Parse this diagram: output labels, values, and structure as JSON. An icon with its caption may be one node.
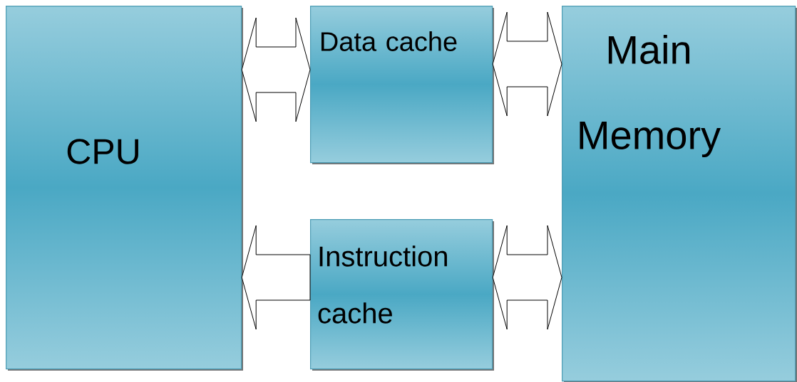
{
  "diagram": {
    "nodes": [
      {
        "text": [
          "CPU"
        ]
      },
      {
        "text": [
          "Data cache"
        ]
      },
      {
        "text": [
          "Instruction cache"
        ]
      },
      {
        "text": [
          "Main Memory"
        ]
      }
    ],
    "edges": [
      {
        "from": 0,
        "to": 1,
        "arrow": "both"
      },
      {
        "from": 2,
        "to": 0,
        "arrow": "to"
      },
      {
        "from": 1,
        "to": 3,
        "arrow": "both"
      },
      {
        "from": 2,
        "to": 3,
        "arrow": "both"
      }
    ]
  }
}
